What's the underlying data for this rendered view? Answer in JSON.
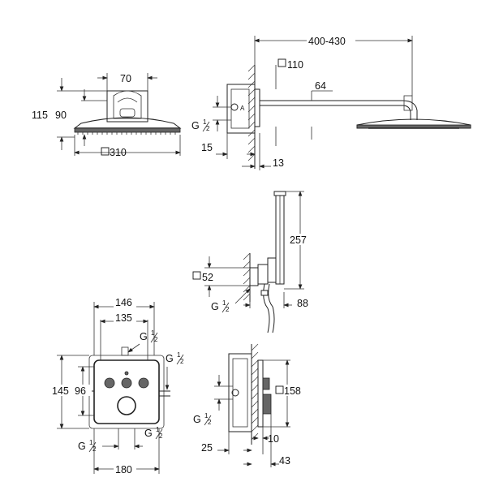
{
  "headshower_front": {
    "dim_width_top": "70",
    "dim_height_total": "115",
    "dim_height_inner": "90",
    "dim_diameter": "310"
  },
  "headshower_side": {
    "dim_arm_length": "400-430",
    "dim_flange": "110",
    "dim_offset": "64",
    "dim_wall": "15",
    "dim_depth": "13",
    "thread_label": "G",
    "thread_num": "1",
    "thread_den": "2"
  },
  "handshower": {
    "dim_height": "257",
    "dim_flange": "52",
    "dim_projection": "88",
    "thread_label": "G",
    "thread_num": "1",
    "thread_den": "2"
  },
  "thermostat_front": {
    "dim_width_outer": "146",
    "dim_width_inner": "135",
    "dim_height_outer": "145",
    "dim_height_inner": "96",
    "dim_base": "180",
    "thread_label": "G",
    "thread_num": "1",
    "thread_den": "2"
  },
  "thermostat_side": {
    "dim_plate": "158",
    "dim_wall": "25",
    "dim_depth_a": "10",
    "dim_depth_b": "43",
    "thread_label": "G",
    "thread_num": "1",
    "thread_den": "2"
  }
}
